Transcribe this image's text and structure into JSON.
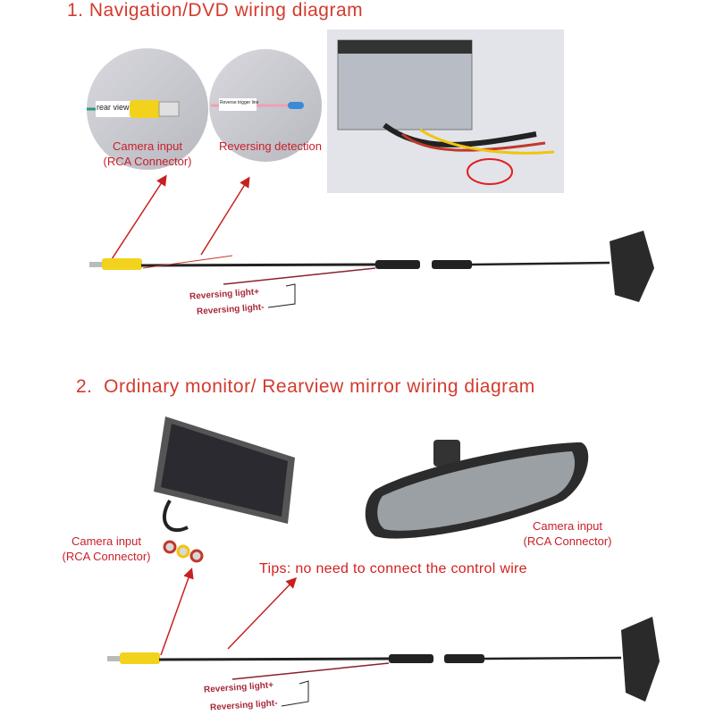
{
  "section1": {
    "title": "1. Navigation/DVD wiring diagram",
    "circle1_tag": "rear view",
    "circle1_label_line1": "Camera input",
    "circle1_label_line2": "(RCA Connector)",
    "circle2_tag": "Reverse trigger line",
    "circle2_label": "Reversing detection",
    "wire_label_plus": "Reversing light+",
    "wire_label_minus": "Reversing light-"
  },
  "section2": {
    "title": "2.  Ordinary monitor/ Rearview mirror wiring diagram",
    "monitor_label_line1": "Camera input",
    "monitor_label_line2": "(RCA Connector)",
    "mirror_label_line1": "Camera input",
    "mirror_label_line2": "(RCA Connector)",
    "tip": "Tips: no need to connect the control wire",
    "wire_label_plus": "Reversing light+",
    "wire_label_minus": "Reversing light-"
  },
  "colors": {
    "accent": "#d43a2e",
    "rca_yellow": "#f2d21c",
    "arrow": "#c82020"
  }
}
